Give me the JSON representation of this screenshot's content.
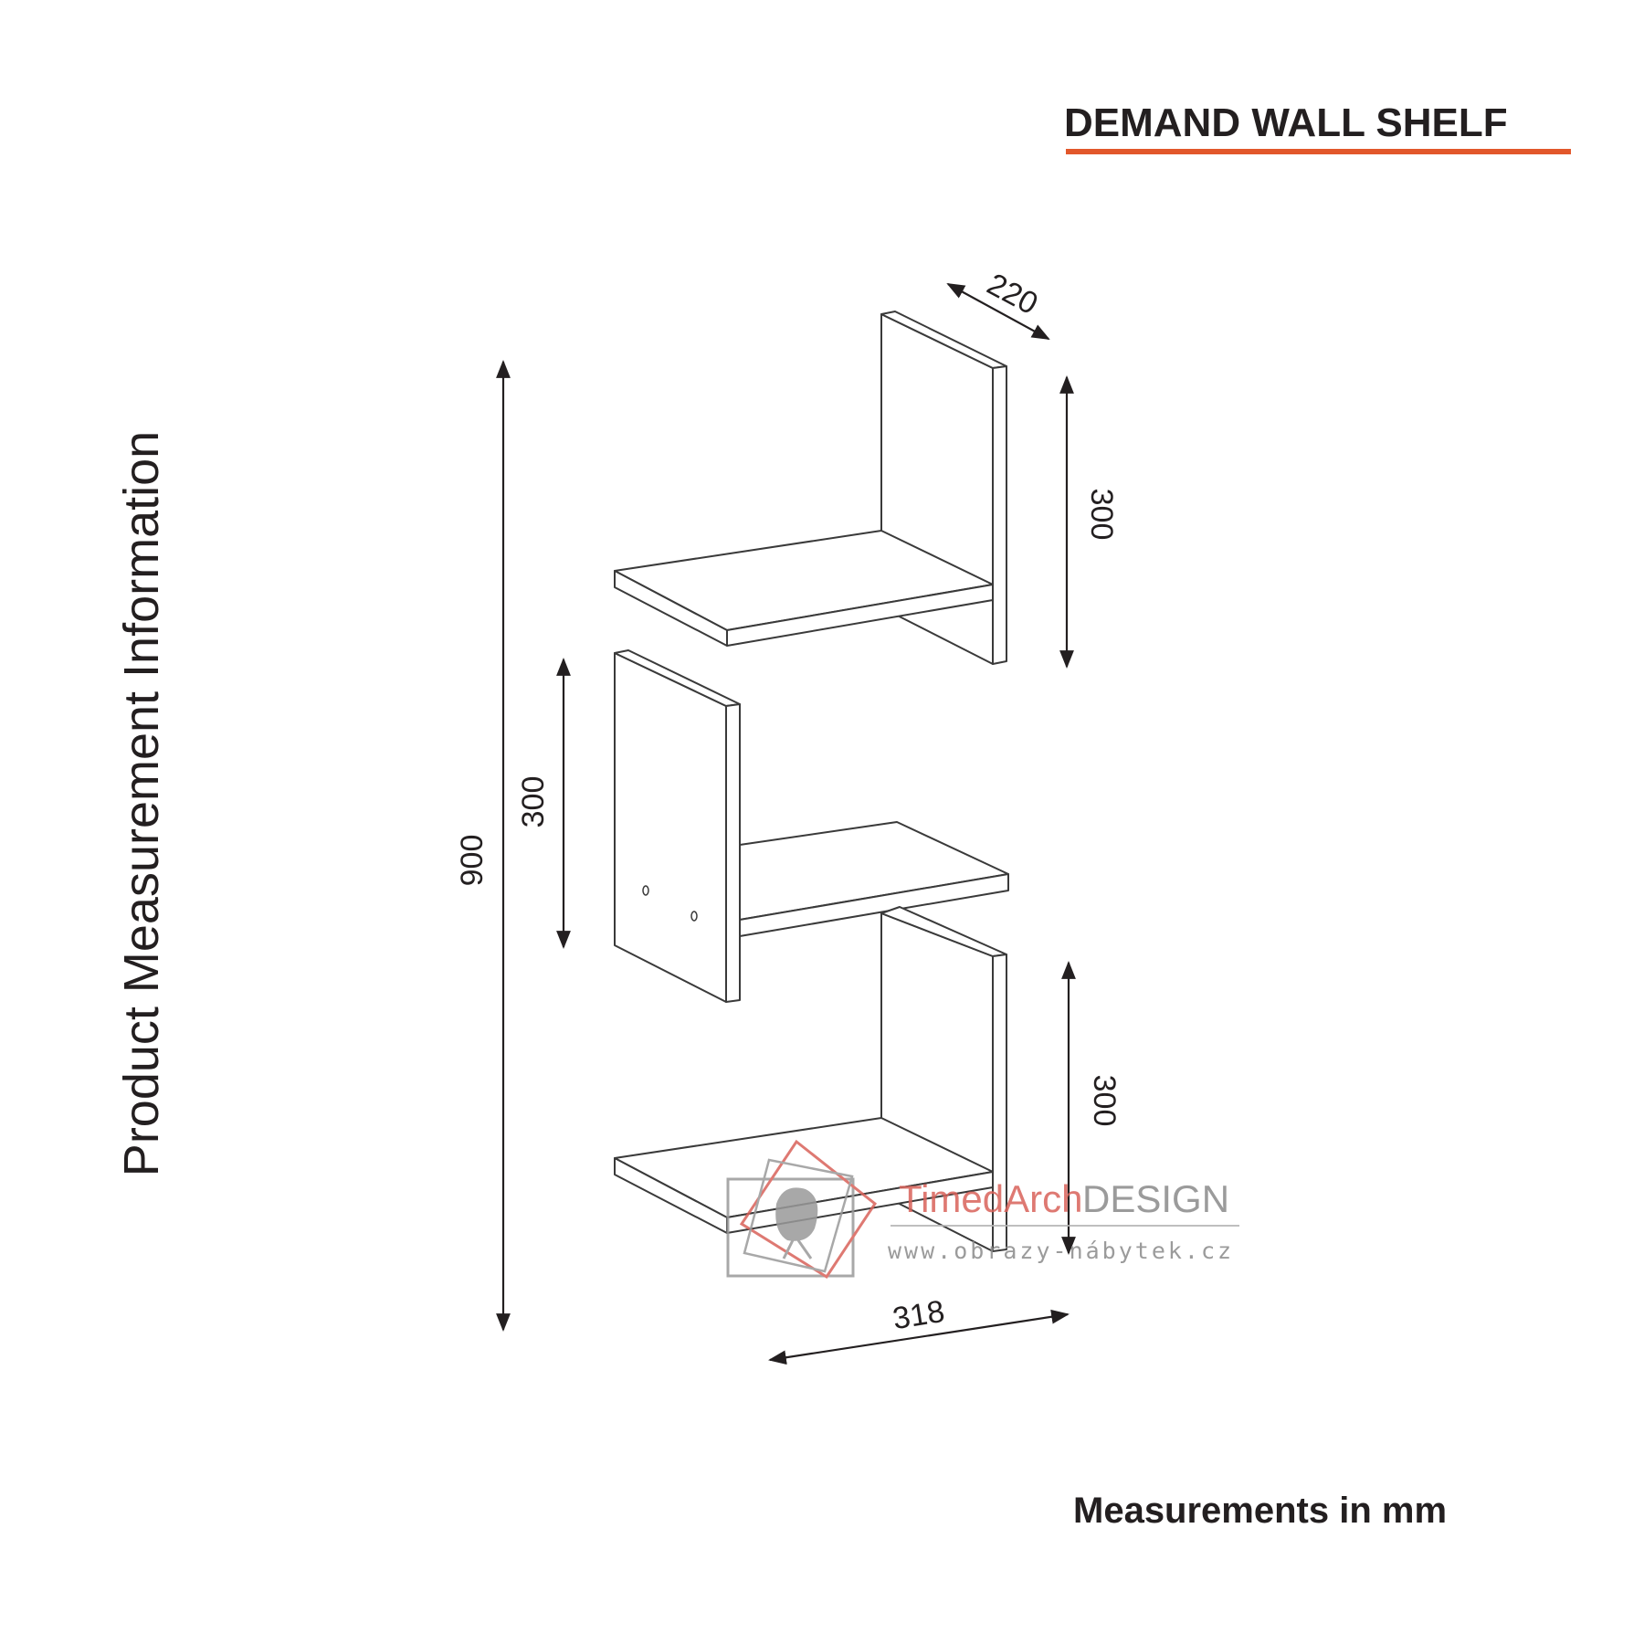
{
  "title": "DEMAND WALL SHELF",
  "side_label": "Product Measurement Information",
  "footer": "Measurements in mm",
  "dimensions": {
    "depth": "220",
    "total_height": "900",
    "width": "318",
    "top_section_height": "300",
    "middle_section_height": "300",
    "bottom_section_height": "300"
  },
  "watermark": {
    "brand_part1": "TimedArch",
    "brand_part2": "DESIGN",
    "url": "www.obrazy-nábytek.cz",
    "icon": "chair-logo-icon"
  },
  "colors": {
    "accent": "#e2572b",
    "ink": "#231f20",
    "watermark_red": "#d9625a",
    "watermark_gray": "#8a8a8a"
  }
}
